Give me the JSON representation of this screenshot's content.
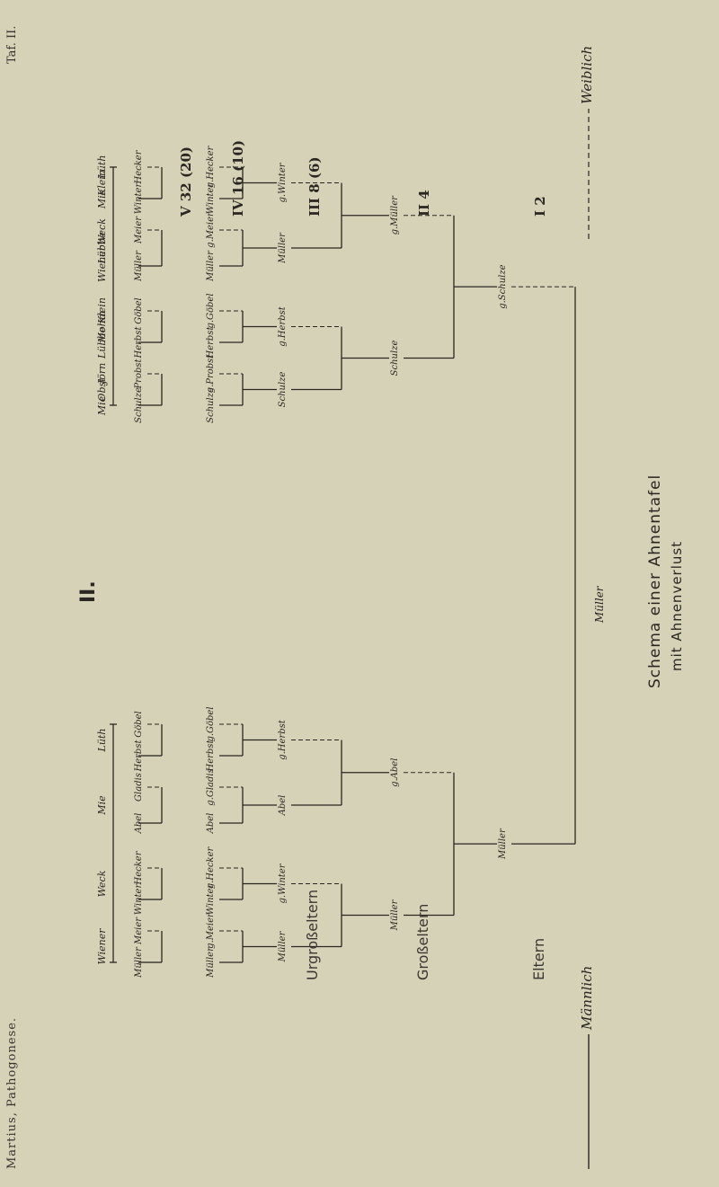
{
  "header": {
    "author": "Martius, Pathogonese.",
    "plate_tag": "Taf. II.",
    "plate_number": "II."
  },
  "caption": {
    "line1": "Schema einer Ahnentafel",
    "line2": "mit Ahnenverlust"
  },
  "legend": {
    "male_label": "Männlich",
    "female_label": "Weiblich",
    "proband": "Müller"
  },
  "generations": {
    "g5": {
      "label": "",
      "code": "V 32 (20)"
    },
    "g4": {
      "label": "",
      "code": "IV 16 (10)"
    },
    "g3": {
      "label": "Urgroßeltern",
      "code": "III 8 (6)"
    },
    "g2": {
      "label": "Großeltern",
      "code": "II 4"
    },
    "g1": {
      "label": "Eltern",
      "code": "I 2"
    }
  },
  "tree": {
    "g5": [
      "Müller",
      "Meier",
      "Winter",
      "Hecker",
      "Abel",
      "Gladis",
      "Herbst",
      "Göbel",
      "Schulze",
      "Probst",
      "Herbst",
      "Göbel",
      "Müller",
      "Meier",
      "Winter",
      "Hecker"
    ],
    "g4": [
      "Müller",
      "g.Meier",
      "Winter",
      "g.Hecker",
      "Abel",
      "g.Gladis",
      "Herbst",
      "g.Göbel",
      "Schulze",
      "g.Probst",
      "Herbst",
      "g.Göbel",
      "Müller",
      "g.Meier",
      "Winter",
      "g.Hecker"
    ],
    "g3": [
      "Müller",
      "g.Winter",
      "Abel",
      "g.Herbst",
      "Schulze",
      "g.Herbst",
      "Müller",
      "g.Winter"
    ],
    "g2": [
      "Müller",
      "g.Abel",
      "Schulze",
      "g.Müller"
    ],
    "g1": [
      "Müller",
      "g.Schulze"
    ]
  },
  "groups": {
    "left": [
      "Wiener",
      "Weck",
      "Mie",
      "Lüth",
      "Obst",
      "Mohm",
      "Lübbe",
      "Klein"
    ],
    "right": [
      "Mie",
      "Jörn",
      "Lübbe",
      "Klein",
      "Wiener",
      "Weck",
      "Mie",
      "Lüth"
    ]
  }
}
